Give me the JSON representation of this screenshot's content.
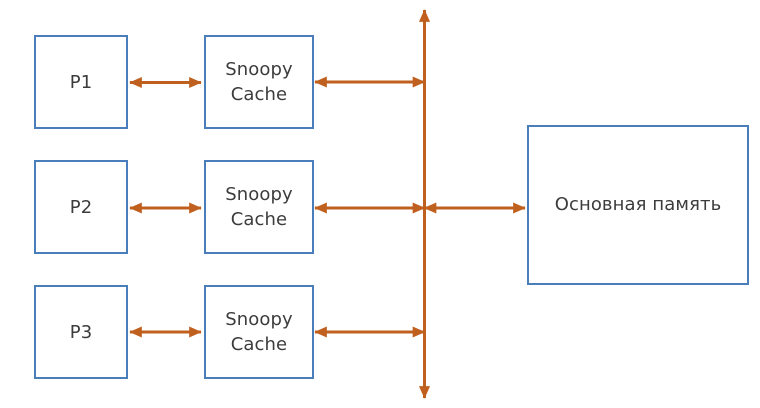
{
  "diagram": {
    "title": "Snoopy cache coherence bus diagram",
    "colors": {
      "box_border": "#4A7EBB",
      "arrow": "#C0601F",
      "text": "#3C3C3C",
      "background": "#FFFFFF"
    },
    "processors": [
      {
        "label": "P1"
      },
      {
        "label": "P2"
      },
      {
        "label": "P3"
      }
    ],
    "caches": [
      {
        "label": "Snoopy\nCache"
      },
      {
        "label": "Snoopy\nCache"
      },
      {
        "label": "Snoopy\nCache"
      }
    ],
    "memory": {
      "label": "Основная память"
    },
    "bus": {
      "label": "system-bus"
    },
    "connections": [
      {
        "label": "p1-to-cache1",
        "kind": "double-arrow"
      },
      {
        "label": "cache1-to-bus",
        "kind": "double-arrow"
      },
      {
        "label": "p2-to-cache2",
        "kind": "double-arrow"
      },
      {
        "label": "cache2-to-bus",
        "kind": "double-arrow"
      },
      {
        "label": "p3-to-cache3",
        "kind": "double-arrow"
      },
      {
        "label": "cache3-to-bus",
        "kind": "double-arrow"
      },
      {
        "label": "bus-to-memory",
        "kind": "double-arrow"
      }
    ]
  }
}
